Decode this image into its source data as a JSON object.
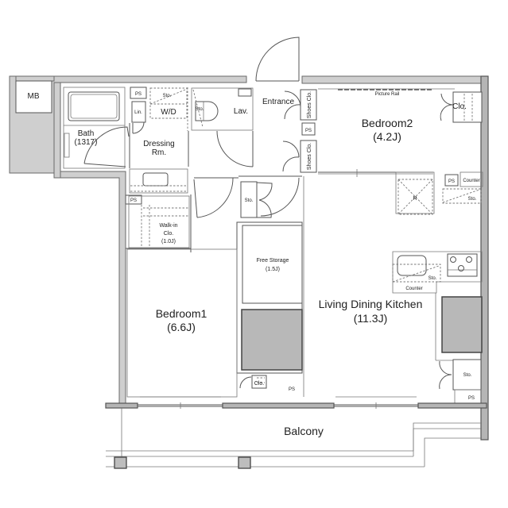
{
  "floor_plan": {
    "rooms": {
      "mb": {
        "label": "MB"
      },
      "bath": {
        "label": "Bath",
        "size": "(1317)"
      },
      "wd": {
        "label": "W/D",
        "sto": "Sto."
      },
      "lin": {
        "label": "Lin."
      },
      "ps_top": {
        "label": "PS"
      },
      "lav": {
        "label": "Lav.",
        "sto": "Sto."
      },
      "entrance": {
        "label": "Entrance"
      },
      "shoes_clo_top": {
        "label": "Shoes Clo."
      },
      "shoes_clo_bottom": {
        "label": "Shoes Clo."
      },
      "ps_entrance": {
        "label": "PS"
      },
      "dressing": {
        "label": "Dressing",
        "label2": "Rm."
      },
      "bedroom2": {
        "label": "Bedroom2",
        "size": "(4.2J)",
        "picture_rail": "Picture Rail",
        "clo": "Clo."
      },
      "walkin": {
        "label": "Walk-in",
        "label2": "Clo.",
        "size": "(1.0J)",
        "ps": "PS"
      },
      "sto_center": {
        "label": "Sto."
      },
      "free_storage": {
        "label": "Free Storage",
        "size": "(1.5J)"
      },
      "bedroom1": {
        "label": "Bedroom1",
        "size": "(6.6J)"
      },
      "ldk": {
        "label": "Living Dining Kitchen",
        "size": "(11.3J)"
      },
      "kitchen": {
        "fridge": "R",
        "ps": "PS",
        "counter_top": "Counter",
        "sto_top": "Sto.",
        "sto_sink": "Sto.",
        "counter_bottom": "Counter"
      },
      "clo_small": {
        "label": "Clo."
      },
      "ps_bottom_center": {
        "label": "PS"
      },
      "sto_right": {
        "label": "Sto."
      },
      "ps_bottom_right": {
        "label": "PS"
      },
      "balcony": {
        "label": "Balcony"
      }
    },
    "colors": {
      "wall_fill": "#cfcfcf",
      "shaft_fill": "#b8b8b8",
      "line": "#555555",
      "background": "#ffffff"
    }
  }
}
